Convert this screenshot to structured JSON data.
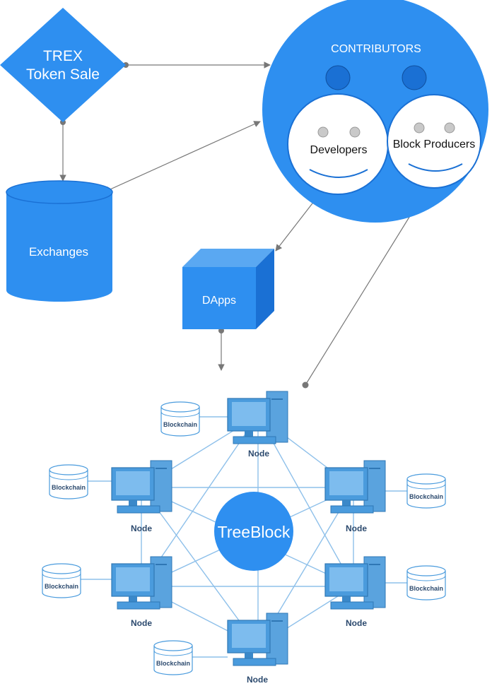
{
  "token_sale": {
    "line1": "TREX",
    "line2": "Token Sale"
  },
  "contributors": {
    "title": "CONTRIBUTORS",
    "developers": "Developers",
    "block_producers": "Block Producers"
  },
  "exchanges": {
    "label": "Exchanges"
  },
  "dapps": {
    "label": "DApps"
  },
  "network": {
    "center_label": "TreeBlock",
    "nodes": [
      {
        "id": "top",
        "label": "Node",
        "storage": "Blockchain"
      },
      {
        "id": "upper-left",
        "label": "Node",
        "storage": "Blockchain"
      },
      {
        "id": "upper-right",
        "label": "Node",
        "storage": "Blockchain"
      },
      {
        "id": "lower-left",
        "label": "Node",
        "storage": "Blockchain"
      },
      {
        "id": "lower-right",
        "label": "Node",
        "storage": "Blockchain"
      },
      {
        "id": "bottom",
        "label": "Node",
        "storage": "Blockchain"
      }
    ]
  },
  "colors": {
    "primary_blue": "#2e8ff0",
    "dark_blue": "#1a70d4",
    "network_blue": "#4a9bdd",
    "line_blue": "#8ec0ea",
    "connector_gray": "#777777"
  }
}
